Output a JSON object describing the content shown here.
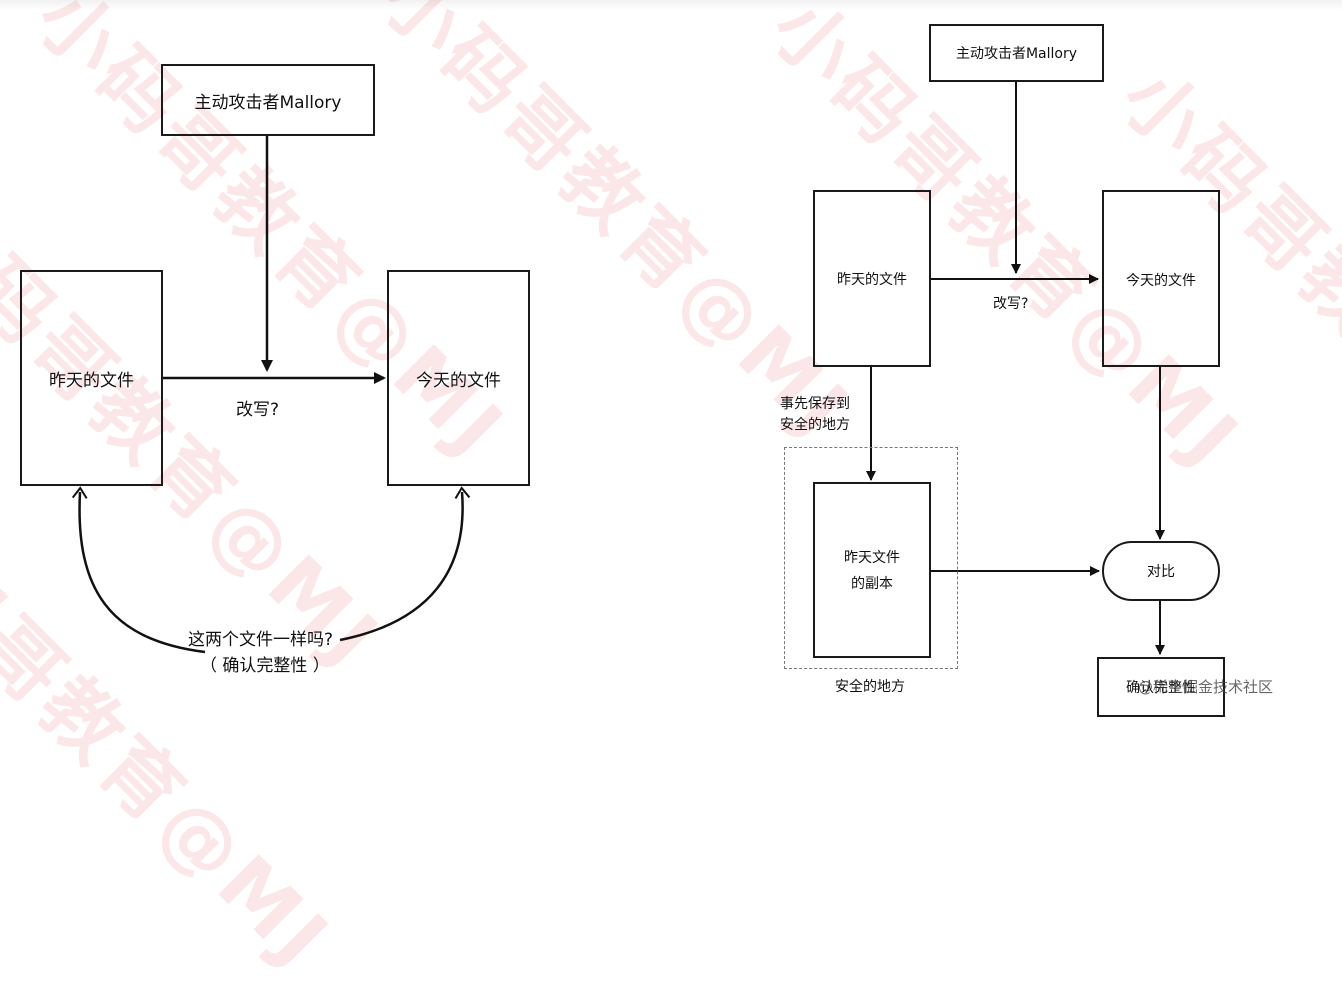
{
  "left": {
    "attacker": "主动攻击者Mallory",
    "yesterday_file": "昨天的文件",
    "today_file": "今天的文件",
    "rewrite": "改写?",
    "question": "这两个文件一样吗?",
    "question_sub": "（ 确认完整性 ）"
  },
  "right": {
    "attacker": "主动攻击者Mallory",
    "yesterday_file": "昨天的文件",
    "today_file": "今天的文件",
    "rewrite": "改写?",
    "save_note_line1": "事先保存到",
    "save_note_line2": "安全的地方",
    "copy_line1": "昨天文件",
    "copy_line2": "的副本",
    "safe_place": "安全的地方",
    "compare": "对比",
    "confirm": "确认完整性"
  },
  "watermark": {
    "text": "小码哥教育@MJ",
    "color": "#e84650"
  },
  "footer_watermark": "@稀土掘金技术社区"
}
